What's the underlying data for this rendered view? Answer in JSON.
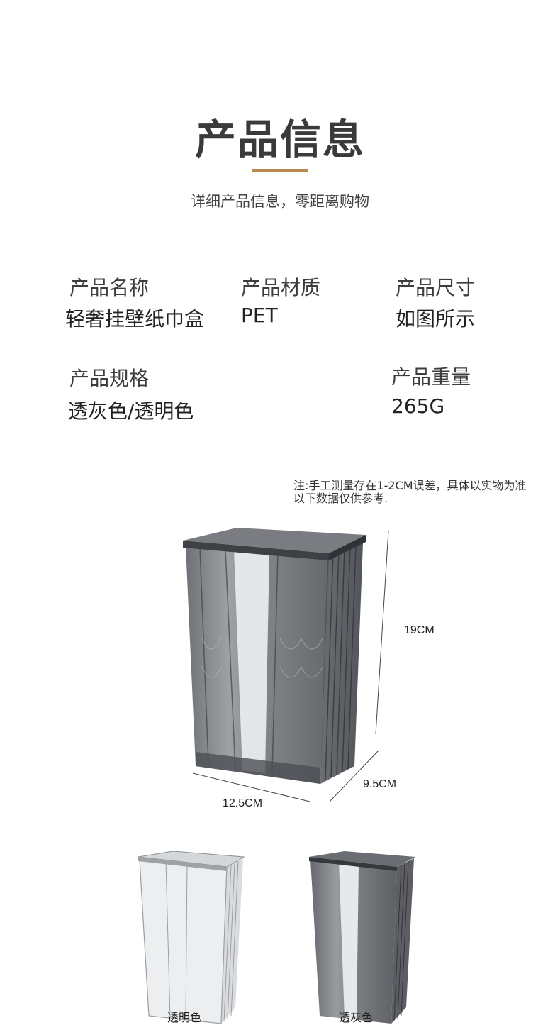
{
  "header": {
    "title": "产品信息",
    "subtitle": "详细产品信息，零距离购物",
    "accent_color": "#b8894a"
  },
  "specs": [
    {
      "label": "产品名称",
      "value": "轻奢挂壁纸巾盒"
    },
    {
      "label": "产品材质",
      "value": "PET"
    },
    {
      "label": "产品尺寸",
      "value": "如图所示"
    },
    {
      "label": "产品规格",
      "value": "透灰色/透明色"
    },
    {
      "label": "产品重量",
      "value": "265G"
    }
  ],
  "note": {
    "line1": "注:手工测量存在1-2CM误差，具体以实物为准",
    "line2": "以下数据仅供参考."
  },
  "dimensions": {
    "height": "19CM",
    "depth": "9.5CM",
    "width": "12.5CM"
  },
  "variants": [
    {
      "caption": "透明色",
      "tint": "#d9dce0"
    },
    {
      "caption": "透灰色",
      "tint": "#6e7075"
    }
  ]
}
